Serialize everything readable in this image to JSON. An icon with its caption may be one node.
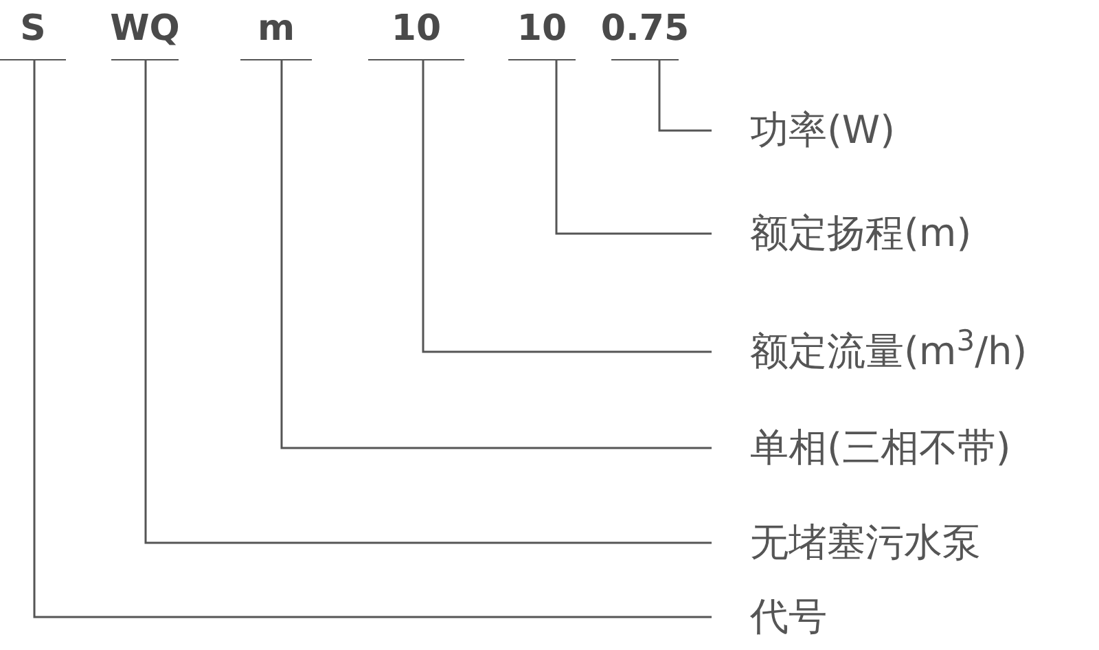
{
  "diagram": {
    "nodes": [
      {
        "text": [
          "S"
        ]
      },
      {
        "text": [
          "WQ"
        ]
      },
      {
        "text": [
          "m"
        ]
      },
      {
        "text": [
          "10"
        ]
      },
      {
        "text": [
          "10"
        ]
      },
      {
        "text": [
          "0.75"
        ]
      },
      {
        "text": [
          "功率(W)"
        ]
      },
      {
        "text": [
          "额定扬程(m)"
        ]
      },
      {
        "text": [
          "额定流量(m$^{3}$/h)"
        ]
      },
      {
        "text": [
          "单相(三相不带)"
        ]
      },
      {
        "text": [
          "无堵塞污水泵"
        ]
      },
      {
        "text": [
          "代号"
        ]
      }
    ],
    "edges": [
      {
        "from": 5,
        "to": 6,
        "arrow": "none"
      },
      {
        "from": 4,
        "to": 7,
        "arrow": "none"
      },
      {
        "from": 3,
        "to": 8,
        "arrow": "none"
      },
      {
        "from": 2,
        "to": 9,
        "arrow": "none"
      },
      {
        "from": 1,
        "to": 10,
        "arrow": "none"
      },
      {
        "from": 0,
        "to": 11,
        "arrow": "none"
      }
    ]
  }
}
